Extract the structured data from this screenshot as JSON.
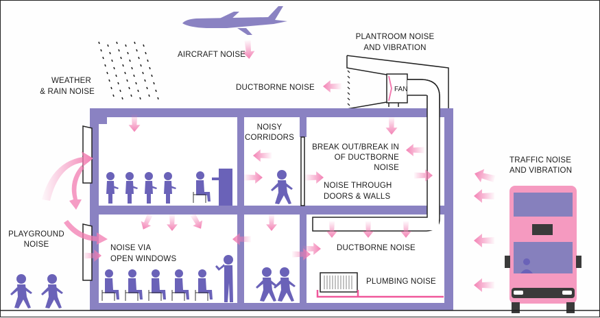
{
  "diagram": {
    "title": "Sources of noise affecting a school building",
    "colors": {
      "building": "#8a82c2",
      "people": "#6a62b8",
      "noise_arrow": "#f27bb0",
      "bus_body": "#f59ac0",
      "bus_windows": "#8680bd",
      "bus_dark": "#3a3a3a",
      "plumbing_pipe": "#f0579a"
    },
    "labels": {
      "aircraft": "AIRCRAFT NOISE",
      "weather_line1": "WEATHER",
      "weather_line2": "& RAIN NOISE",
      "plantroom_line1": "PLANTROOM NOISE",
      "plantroom_line2": "AND VIBRATION",
      "ductborne_roof": "DUCTBORNE NOISE",
      "fan": "FAN",
      "noisy_line1": "NOISY",
      "noisy_line2": "CORRIDORS",
      "breakout_line1": "BREAK OUT/BREAK IN",
      "breakout_line2": "OF DUCTBORNE",
      "breakout_line3": "NOISE",
      "through_line1": "NOISE THROUGH",
      "through_line2": "DOORS & WALLS",
      "traffic_line1": "TRAFFIC NOISE",
      "traffic_line2": "AND VIBRATION",
      "playground_line1": "PLAYGROUND",
      "playground_line2": "NOISE",
      "windows_line1": "NOISE VIA",
      "windows_line2": "OPEN WINDOWS",
      "ductborne_lower": "DUCTBORNE NOISE",
      "plumbing": "PLUMBING NOISE"
    },
    "icons": [
      "airplane-icon",
      "rain-icon",
      "fan-icon",
      "bus-icon",
      "radiator-icon",
      "noise-arrow-icon",
      "person-icon",
      "piano-icon"
    ]
  }
}
